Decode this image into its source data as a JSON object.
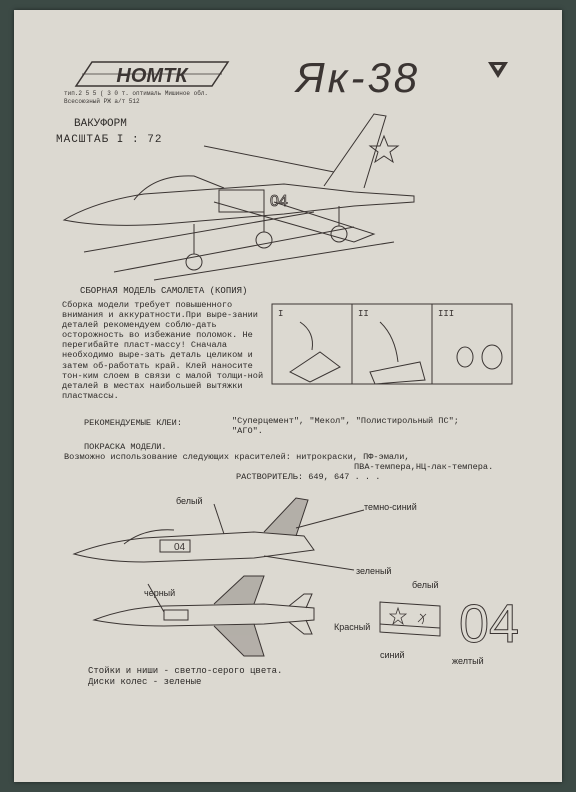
{
  "header": {
    "logo_text": "НОМТК",
    "pub_line1": "тип.2 5 5 ( 3 0 т. оптималь Мишиное обл.",
    "pub_line2": "Всесоюзный РЖ  а/т 512",
    "title": "Як-38"
  },
  "intro": {
    "type_label": "ВАКУФОРМ",
    "scale_label": "МАСШТАБ  I : 72"
  },
  "assembly": {
    "title": "СБОРНАЯ МОДЕЛЬ САМОЛЕТА (КОПИЯ)",
    "text": "Сборка модели требует повышенного внимания и аккуратности.При выре-зании деталей рекомендуем соблю-дать осторожность во избежание поломок. Не перегибайте пласт-массу! Сначала необходимо выре-зать деталь целиком и затем об-работать край. Клей наносите тон-ким слоем в связи с малой толщи-ной деталей в местах наибольшей вытяжки пластмассы.",
    "steps": [
      "I",
      "II",
      "III"
    ]
  },
  "glue": {
    "label": "РЕКОМЕНДУЕМЫЕ КЛЕИ:",
    "list_line1": "\"Суперцемент\", \"Мекол\", \"Полистирольный ПС\";",
    "list_line2": "\"АГО\"."
  },
  "painting": {
    "title": "ПОКРАСКА МОДЕЛИ.",
    "text_line1": "Возможно использование следующих красителей: нитрокраски, ПФ-эмали,",
    "text_line2": "ПВА-темпера,НЦ-лак-темпера.",
    "solvent": "РАСТВОРИТЕЛЬ: 649, 647 . . ."
  },
  "colors_labels": {
    "white_top": "белый",
    "dark_blue": "темно-синий",
    "green": "зеленый",
    "black": "черный",
    "white_flag": "белый",
    "red": "Красный",
    "blue": "синий",
    "yellow": "желтый",
    "number": "04"
  },
  "footer": {
    "line1": "Стойки и ниши - светло-серого цвета.",
    "line2": "Диски колес    - зеленые"
  }
}
